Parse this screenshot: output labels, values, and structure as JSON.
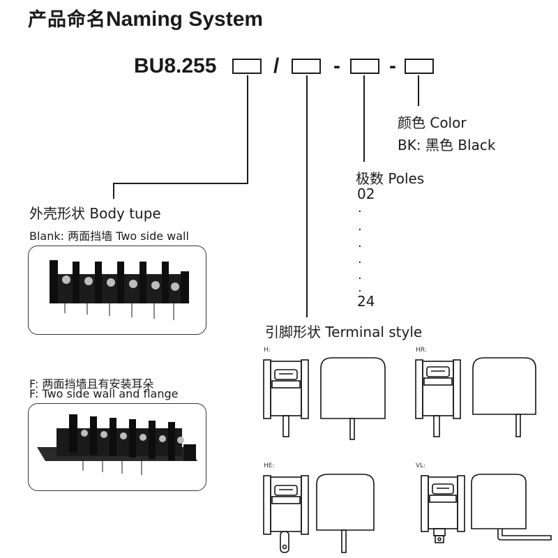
{
  "title": {
    "cn": "产品命名",
    "en": "Naming System"
  },
  "code": {
    "prefix": "BU8.255",
    "sep1": "/",
    "sep2": "-",
    "sep3": "-"
  },
  "color": {
    "label": "颜色 Color",
    "option": "BK: 黑色 Black"
  },
  "poles": {
    "label": "极数 Poles",
    "first": "02",
    "last": "24",
    "dot": "."
  },
  "body": {
    "label": "外壳形状 Body tupe",
    "blank": "Blank: 两面挡墙 Two side wall",
    "flange_cn": "F: 两面挡墙且有安装耳朵",
    "flange_en": "F:  Two side wall and flange"
  },
  "terminal": {
    "label": "引脚形状 Terminal style",
    "styles": [
      "H:",
      "HR:",
      "HE:",
      "VL:"
    ]
  }
}
